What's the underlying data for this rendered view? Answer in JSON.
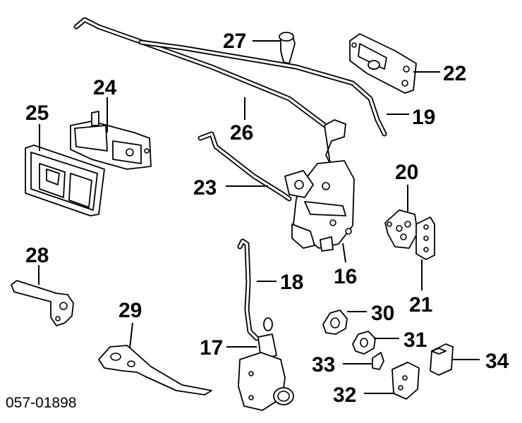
{
  "diagram": {
    "catalog_code": "057-01898",
    "callouts": {
      "p16": "16",
      "p17": "17",
      "p18": "18",
      "p19": "19",
      "p20": "20",
      "p21": "21",
      "p22": "22",
      "p23": "23",
      "p24": "24",
      "p25": "25",
      "p26": "26",
      "p27": "27",
      "p28": "28",
      "p29": "29",
      "p30": "30",
      "p31": "31",
      "p32": "32",
      "p33": "33",
      "p34": "34"
    }
  }
}
